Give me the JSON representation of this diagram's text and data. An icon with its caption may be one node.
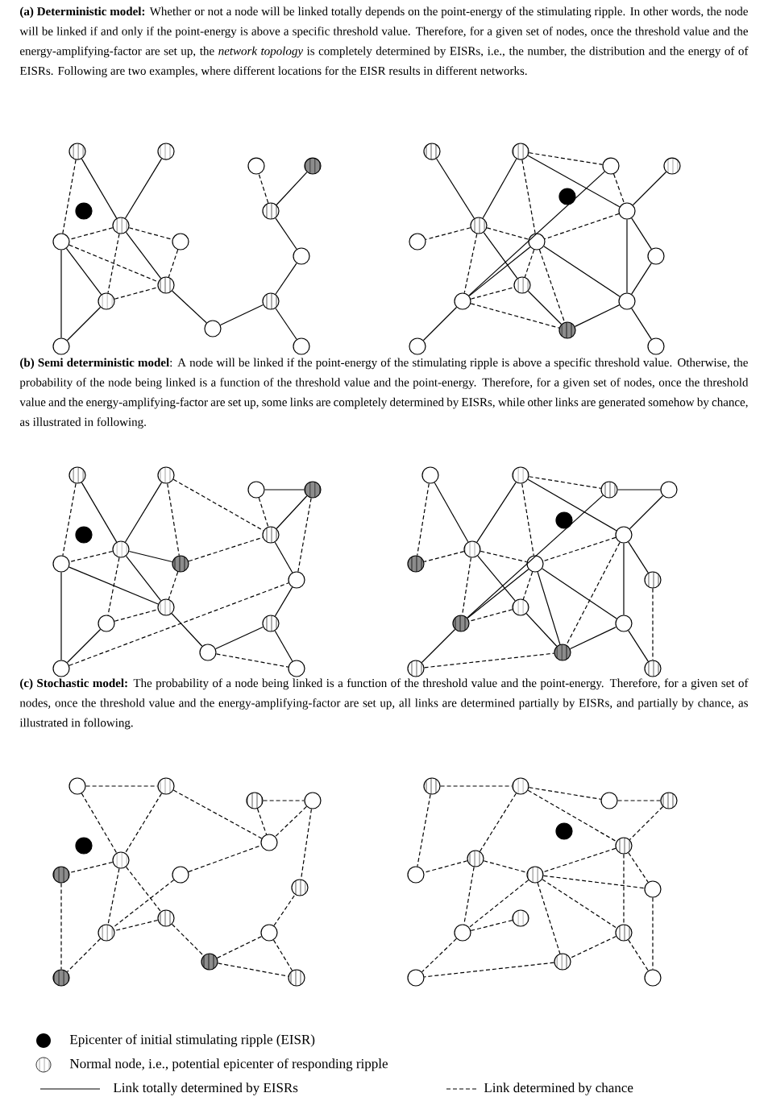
{
  "diagram": {
    "nodes": [
      {
        "text": [],
        "shape": "circle"
      },
      {
        "text": [],
        "shape": "circle"
      },
      {
        "text": [],
        "shape": "circle"
      },
      {
        "text": [],
        "shape": "circle"
      },
      {
        "text": [],
        "shape": "circle"
      },
      {
        "text": [],
        "shape": "circle"
      },
      {
        "text": [],
        "shape": "circle"
      },
      {
        "text": [],
        "shape": "circle"
      },
      {
        "text": [],
        "shape": "circle"
      },
      {
        "text": [],
        "shape": "circle"
      },
      {
        "text": [],
        "shape": "circle"
      },
      {
        "text": [],
        "shape": "circle"
      },
      {
        "text": [],
        "shape": "circle"
      },
      {
        "text": [],
        "shape": "circle"
      },
      {
        "text": [],
        "shape": "circle"
      },
      {
        "text": [],
        "shape": "circle"
      },
      {
        "text": [],
        "shape": "circle"
      },
      {
        "text": [],
        "shape": "circle"
      },
      {
        "text": [],
        "shape": "circle"
      },
      {
        "text": [],
        "shape": "circle"
      },
      {
        "text": [],
        "shape": "circle"
      },
      {
        "text": [],
        "shape": "circle"
      },
      {
        "text": [],
        "shape": "circle"
      },
      {
        "text": [],
        "shape": "circle"
      },
      {
        "text": [],
        "shape": "circle"
      },
      {
        "text": [],
        "shape": "circle"
      },
      {
        "text": [],
        "shape": "circle"
      },
      {
        "text": [],
        "shape": "circle"
      },
      {
        "text": [],
        "shape": "circle"
      },
      {
        "text": [],
        "shape": "circle"
      },
      {
        "text": [],
        "shape": "circle"
      },
      {
        "text": [],
        "shape": "circle"
      },
      {
        "text": [],
        "shape": "circle"
      },
      {
        "text": [],
        "shape": "circle"
      },
      {
        "text": [],
        "shape": "circle"
      },
      {
        "text": [],
        "shape": "circle"
      },
      {
        "text": [],
        "shape": "circle"
      },
      {
        "text": [],
        "shape": "circle"
      },
      {
        "text": [],
        "shape": "circle"
      },
      {
        "text": [],
        "shape": "circle"
      },
      {
        "text": [],
        "shape": "circle"
      },
      {
        "text": [],
        "shape": "circle"
      },
      {
        "text": [],
        "shape": "circle"
      },
      {
        "text": [],
        "shape": "circle"
      },
      {
        "text": [],
        "shape": "circle"
      },
      {
        "text": [],
        "shape": "circle"
      },
      {
        "text": [],
        "shape": "circle"
      },
      {
        "text": [],
        "shape": "circle"
      },
      {
        "text": [],
        "shape": "circle"
      },
      {
        "text": [],
        "shape": "circle"
      },
      {
        "text": [],
        "shape": "circle"
      },
      {
        "text": [],
        "shape": "circle"
      },
      {
        "text": [],
        "shape": "circle"
      },
      {
        "text": [],
        "shape": "circle"
      },
      {
        "text": [],
        "shape": "circle"
      },
      {
        "text": [],
        "shape": "circle"
      },
      {
        "text": [],
        "shape": "circle"
      },
      {
        "text": [],
        "shape": "circle"
      },
      {
        "text": [],
        "shape": "circle"
      },
      {
        "text": [],
        "shape": "circle"
      },
      {
        "text": [],
        "shape": "circle"
      },
      {
        "text": [],
        "shape": "circle"
      },
      {
        "text": [],
        "shape": "circle"
      },
      {
        "text": [],
        "shape": "circle"
      },
      {
        "text": [],
        "shape": "circle"
      },
      {
        "text": [],
        "shape": "circle"
      },
      {
        "text": [],
        "shape": "circle"
      },
      {
        "text": [],
        "shape": "circle"
      },
      {
        "text": [],
        "shape": "circle"
      },
      {
        "text": [],
        "shape": "circle"
      },
      {
        "text": [],
        "shape": "circle"
      },
      {
        "text": [],
        "shape": "circle"
      },
      {
        "text": [],
        "shape": "circle"
      },
      {
        "text": [],
        "shape": "circle"
      },
      {
        "text": [],
        "shape": "circle"
      },
      {
        "text": [],
        "shape": "circle"
      },
      {
        "text": [],
        "shape": "circle"
      },
      {
        "text": [],
        "shape": "circle"
      },
      {
        "text": [],
        "shape": "circle"
      },
      {
        "text": [],
        "shape": "circle"
      },
      {
        "text": [],
        "shape": "circle"
      },
      {
        "text": [],
        "shape": "circle"
      },
      {
        "text": [],
        "shape": "circle"
      },
      {
        "text": [],
        "shape": "circle"
      },
      {
        "text": [],
        "shape": "circle"
      },
      {
        "text": [],
        "shape": "circle"
      },
      {
        "text": [],
        "shape": "circle"
      },
      {
        "text": [],
        "shape": "circle"
      },
      {
        "text": [],
        "shape": "circle"
      },
      {
        "text": [],
        "shape": "circle"
      },
      {
        "text": [],
        "shape": "circle"
      },
      {
        "text": [],
        "shape": "circle"
      },
      {
        "text": [],
        "shape": "circle"
      },
      {
        "text": [],
        "shape": "circle"
      },
      {
        "text": [],
        "shape": "circle"
      },
      {
        "text": [],
        "shape": "circle"
      }
    ],
    "edges": [
      {
        "from": 0,
        "to": 4,
        "arrow": "none",
        "style": "dashed"
      },
      {
        "from": 0,
        "to": 3,
        "arrow": "none"
      },
      {
        "from": 1,
        "to": 3,
        "arrow": "none"
      },
      {
        "from": 3,
        "to": 4,
        "arrow": "none",
        "style": "dashed"
      },
      {
        "from": 3,
        "to": 5,
        "arrow": "none",
        "style": "dashed"
      },
      {
        "from": 3,
        "to": 6,
        "arrow": "none"
      },
      {
        "from": 3,
        "to": 7,
        "arrow": "none",
        "style": "dashed"
      },
      {
        "from": 4,
        "to": 6,
        "arrow": "none",
        "style": "dashed"
      },
      {
        "from": 4,
        "to": 7,
        "arrow": "none"
      },
      {
        "from": 4,
        "to": 8,
        "arrow": "none"
      },
      {
        "from": 5,
        "to": 6,
        "arrow": "none",
        "style": "dashed"
      },
      {
        "from": 7,
        "to": 6,
        "arrow": "none",
        "style": "dashed"
      },
      {
        "from": 7,
        "to": 8,
        "arrow": "none"
      },
      {
        "from": 6,
        "to": 9,
        "arrow": "none"
      },
      {
        "from": 9,
        "to": 14,
        "arrow": "none"
      },
      {
        "from": 14,
        "to": 13,
        "arrow": "none"
      },
      {
        "from": 14,
        "to": 15,
        "arrow": "none"
      },
      {
        "from": 13,
        "to": 12,
        "arrow": "none"
      },
      {
        "from": 12,
        "to": 10,
        "arrow": "none",
        "style": "dashed"
      },
      {
        "from": 12,
        "to": 11,
        "arrow": "none"
      },
      {
        "from": 16,
        "to": 21,
        "arrow": "none"
      },
      {
        "from": 17,
        "to": 21,
        "arrow": "none"
      },
      {
        "from": 17,
        "to": 18,
        "arrow": "none",
        "style": "dashed"
      },
      {
        "from": 17,
        "to": 24,
        "arrow": "none",
        "style": "dashed"
      },
      {
        "from": 17,
        "to": 22,
        "arrow": "none"
      },
      {
        "from": 18,
        "to": 22,
        "arrow": "none",
        "style": "dashed"
      },
      {
        "from": 18,
        "to": 27,
        "arrow": "none"
      },
      {
        "from": 19,
        "to": 22,
        "arrow": "none"
      },
      {
        "from": 21,
        "to": 23,
        "arrow": "none",
        "style": "dashed"
      },
      {
        "from": 21,
        "to": 24,
        "arrow": "none",
        "style": "dashed"
      },
      {
        "from": 21,
        "to": 26,
        "arrow": "none"
      },
      {
        "from": 21,
        "to": 27,
        "arrow": "none",
        "style": "dashed"
      },
      {
        "from": 22,
        "to": 24,
        "arrow": "none",
        "style": "dashed"
      },
      {
        "from": 22,
        "to": 28,
        "arrow": "none"
      },
      {
        "from": 22,
        "to": 25,
        "arrow": "none"
      },
      {
        "from": 25,
        "to": 28,
        "arrow": "none"
      },
      {
        "from": 24,
        "to": 26,
        "arrow": "none",
        "style": "dashed"
      },
      {
        "from": 24,
        "to": 29,
        "arrow": "none",
        "style": "dashed"
      },
      {
        "from": 24,
        "to": 28,
        "arrow": "none"
      },
      {
        "from": 24,
        "to": 27,
        "arrow": "none"
      },
      {
        "from": 26,
        "to": 29,
        "arrow": "none"
      },
      {
        "from": 27,
        "to": 29,
        "arrow": "none",
        "style": "dashed"
      },
      {
        "from": 27,
        "to": 30,
        "arrow": "none"
      },
      {
        "from": 28,
        "to": 29,
        "arrow": "none"
      },
      {
        "from": 28,
        "to": 31,
        "arrow": "none"
      },
      {
        "from": 27,
        "to": 26,
        "arrow": "none",
        "style": "dashed"
      },
      {
        "from": 32,
        "to": 40,
        "arrow": "none",
        "style": "dashed"
      },
      {
        "from": 32,
        "to": 37,
        "arrow": "none"
      },
      {
        "from": 33,
        "to": 37,
        "arrow": "none"
      },
      {
        "from": 33,
        "to": 39,
        "arrow": "none",
        "style": "dashed"
      },
      {
        "from": 33,
        "to": 38,
        "arrow": "none",
        "style": "dashed"
      },
      {
        "from": 34,
        "to": 35,
        "arrow": "none"
      },
      {
        "from": 34,
        "to": 38,
        "arrow": "none",
        "style": "dashed"
      },
      {
        "from": 35,
        "to": 38,
        "arrow": "none"
      },
      {
        "from": 35,
        "to": 41,
        "arrow": "none",
        "style": "dashed"
      },
      {
        "from": 37,
        "to": 40,
        "arrow": "none",
        "style": "dashed"
      },
      {
        "from": 37,
        "to": 39,
        "arrow": "none"
      },
      {
        "from": 37,
        "to": 42,
        "arrow": "none"
      },
      {
        "from": 37,
        "to": 43,
        "arrow": "none",
        "style": "dashed"
      },
      {
        "from": 40,
        "to": 42,
        "arrow": "none"
      },
      {
        "from": 39,
        "to": 42,
        "arrow": "none",
        "style": "dashed"
      },
      {
        "from": 39,
        "to": 38,
        "arrow": "none",
        "style": "dashed"
      },
      {
        "from": 43,
        "to": 42,
        "arrow": "none",
        "style": "dashed"
      },
      {
        "from": 43,
        "to": 46,
        "arrow": "none"
      },
      {
        "from": 46,
        "to": 41,
        "arrow": "none",
        "style": "dashed"
      },
      {
        "from": 38,
        "to": 41,
        "arrow": "none"
      },
      {
        "from": 42,
        "to": 45,
        "arrow": "none"
      },
      {
        "from": 45,
        "to": 47,
        "arrow": "none",
        "style": "dashed"
      },
      {
        "from": 41,
        "to": 44,
        "arrow": "none"
      },
      {
        "from": 44,
        "to": 47,
        "arrow": "none"
      },
      {
        "from": 44,
        "to": 45,
        "arrow": "none"
      },
      {
        "from": 40,
        "to": 46,
        "arrow": "none"
      },
      {
        "from": 48,
        "to": 55,
        "arrow": "none",
        "style": "dashed"
      },
      {
        "from": 48,
        "to": 54,
        "arrow": "none"
      },
      {
        "from": 49,
        "to": 54,
        "arrow": "none"
      },
      {
        "from": 49,
        "to": 50,
        "arrow": "none",
        "style": "dashed"
      },
      {
        "from": 49,
        "to": 56,
        "arrow": "none",
        "style": "dashed"
      },
      {
        "from": 49,
        "to": 53,
        "arrow": "none"
      },
      {
        "from": 50,
        "to": 51,
        "arrow": "none"
      },
      {
        "from": 50,
        "to": 59,
        "arrow": "none"
      },
      {
        "from": 51,
        "to": 53,
        "arrow": "none"
      },
      {
        "from": 54,
        "to": 55,
        "arrow": "none",
        "style": "dashed"
      },
      {
        "from": 54,
        "to": 56,
        "arrow": "none",
        "style": "dashed"
      },
      {
        "from": 54,
        "to": 58,
        "arrow": "none"
      },
      {
        "from": 54,
        "to": 59,
        "arrow": "none",
        "style": "dashed"
      },
      {
        "from": 53,
        "to": 56,
        "arrow": "none",
        "style": "dashed"
      },
      {
        "from": 53,
        "to": 60,
        "arrow": "none"
      },
      {
        "from": 53,
        "to": 61,
        "arrow": "none",
        "style": "dashed"
      },
      {
        "from": 53,
        "to": 57,
        "arrow": "none"
      },
      {
        "from": 56,
        "to": 58,
        "arrow": "none",
        "style": "dashed"
      },
      {
        "from": 56,
        "to": 61,
        "arrow": "none"
      },
      {
        "from": 56,
        "to": 60,
        "arrow": "none"
      },
      {
        "from": 56,
        "to": 59,
        "arrow": "none"
      },
      {
        "from": 58,
        "to": 59,
        "arrow": "none",
        "style": "dashed"
      },
      {
        "from": 58,
        "to": 61,
        "arrow": "none"
      },
      {
        "from": 57,
        "to": 63,
        "arrow": "none",
        "style": "dashed"
      },
      {
        "from": 60,
        "to": 63,
        "arrow": "none"
      },
      {
        "from": 60,
        "to": 61,
        "arrow": "none"
      },
      {
        "from": 59,
        "to": 62,
        "arrow": "none"
      },
      {
        "from": 62,
        "to": 61,
        "arrow": "none",
        "style": "dashed"
      },
      {
        "from": 64,
        "to": 65,
        "arrow": "none",
        "style": "dashed"
      },
      {
        "from": 64,
        "to": 69,
        "arrow": "none",
        "style": "dashed"
      },
      {
        "from": 65,
        "to": 69,
        "arrow": "none",
        "style": "dashed"
      },
      {
        "from": 65,
        "to": 70,
        "arrow": "none",
        "style": "dashed"
      },
      {
        "from": 66,
        "to": 67,
        "arrow": "none",
        "style": "dashed"
      },
      {
        "from": 66,
        "to": 70,
        "arrow": "none",
        "style": "dashed"
      },
      {
        "from": 67,
        "to": 70,
        "arrow": "none",
        "style": "dashed"
      },
      {
        "from": 67,
        "to": 73,
        "arrow": "none",
        "style": "dashed"
      },
      {
        "from": 69,
        "to": 71,
        "arrow": "none",
        "style": "dashed"
      },
      {
        "from": 69,
        "to": 74,
        "arrow": "none",
        "style": "dashed"
      },
      {
        "from": 69,
        "to": 75,
        "arrow": "none",
        "style": "dashed"
      },
      {
        "from": 71,
        "to": 78,
        "arrow": "none",
        "style": "dashed"
      },
      {
        "from": 72,
        "to": 75,
        "arrow": "none",
        "style": "dashed"
      },
      {
        "from": 72,
        "to": 70,
        "arrow": "none",
        "style": "dashed"
      },
      {
        "from": 74,
        "to": 75,
        "arrow": "none",
        "style": "dashed"
      },
      {
        "from": 74,
        "to": 77,
        "arrow": "none",
        "style": "dashed"
      },
      {
        "from": 77,
        "to": 76,
        "arrow": "none",
        "style": "dashed"
      },
      {
        "from": 76,
        "to": 73,
        "arrow": "none",
        "style": "dashed"
      },
      {
        "from": 77,
        "to": 79,
        "arrow": "none",
        "style": "dashed"
      },
      {
        "from": 76,
        "to": 79,
        "arrow": "none",
        "style": "dashed"
      },
      {
        "from": 75,
        "to": 78,
        "arrow": "none",
        "style": "dashed"
      },
      {
        "from": 80,
        "to": 87,
        "arrow": "none",
        "style": "dashed"
      },
      {
        "from": 80,
        "to": 81,
        "arrow": "none",
        "style": "dashed"
      },
      {
        "from": 81,
        "to": 86,
        "arrow": "none",
        "style": "dashed"
      },
      {
        "from": 81,
        "to": 82,
        "arrow": "none",
        "style": "dashed"
      },
      {
        "from": 81,
        "to": 85,
        "arrow": "none",
        "style": "dashed"
      },
      {
        "from": 82,
        "to": 83,
        "arrow": "none",
        "style": "dashed"
      },
      {
        "from": 83,
        "to": 85,
        "arrow": "none",
        "style": "dashed"
      },
      {
        "from": 85,
        "to": 88,
        "arrow": "none",
        "style": "dashed"
      },
      {
        "from": 85,
        "to": 92,
        "arrow": "none",
        "style": "dashed"
      },
      {
        "from": 86,
        "to": 87,
        "arrow": "none",
        "style": "dashed"
      },
      {
        "from": 86,
        "to": 88,
        "arrow": "none",
        "style": "dashed"
      },
      {
        "from": 86,
        "to": 91,
        "arrow": "none",
        "style": "dashed"
      },
      {
        "from": 88,
        "to": 89,
        "arrow": "none",
        "style": "dashed"
      },
      {
        "from": 88,
        "to": 92,
        "arrow": "none",
        "style": "dashed"
      },
      {
        "from": 88,
        "to": 91,
        "arrow": "none",
        "style": "dashed"
      },
      {
        "from": 88,
        "to": 93,
        "arrow": "none",
        "style": "dashed"
      },
      {
        "from": 90,
        "to": 91,
        "arrow": "none",
        "style": "dashed"
      },
      {
        "from": 91,
        "to": 94,
        "arrow": "none",
        "style": "dashed"
      },
      {
        "from": 93,
        "to": 94,
        "arrow": "none",
        "style": "dashed"
      },
      {
        "from": 92,
        "to": 93,
        "arrow": "none",
        "style": "dashed"
      },
      {
        "from": 89,
        "to": 95,
        "arrow": "none",
        "style": "dashed"
      },
      {
        "from": 92,
        "to": 95,
        "arrow": "none",
        "style": "dashed"
      },
      {
        "from": 85,
        "to": 89,
        "arrow": "none",
        "style": "dashed"
      }
    ],
    "labels": [
      "**(a) Deterministic model:** Whether or not a node will be linked totally depends on the point-energy of the stimulating ripple. In other words, the node will be linked if and only if the point-energy is above a specific threshold value. Therefore, for a given set of nodes, once the threshold value and the energy-amplifying-factor are set up, the *network topology* is completely determined by EISRs, i.e., the number, the distribution and the energy of of EISRs. Following are two examples, where different locations for the EISR results in different networks.",
      "**(b) Semi deterministic model**: A node will be linked if the point-energy of the stimulating ripple is above a specific threshold value. Otherwise, the probability of the node being linked is a function of the threshold value and the point-energy. Therefore, for a given set of nodes, once the threshold value and the energy-amplifying-factor are set up, some links are completely determined by EISRs, while other links are generated somehow by chance, as illustrated in following.",
      "**(c) Stochastic model:** The probability of a node being linked is a function of the threshold value and the point-energy. Therefore, for a given set of nodes, once the threshold value and the energy-amplifying-factor are set up, all links are determined partially by EISRs, and partially by chance, as illustrated in following."
    ],
    "legend": [
      {
        "text": "Epicenter of initial stimulating ripple (EISR)"
      },
      {
        "text": "Normal node, i.e., potential epicenter of responding ripple"
      },
      {
        "text": "Link totally determined by EISRs"
      },
      {
        "text": "Link determined by chance"
      }
    ]
  }
}
